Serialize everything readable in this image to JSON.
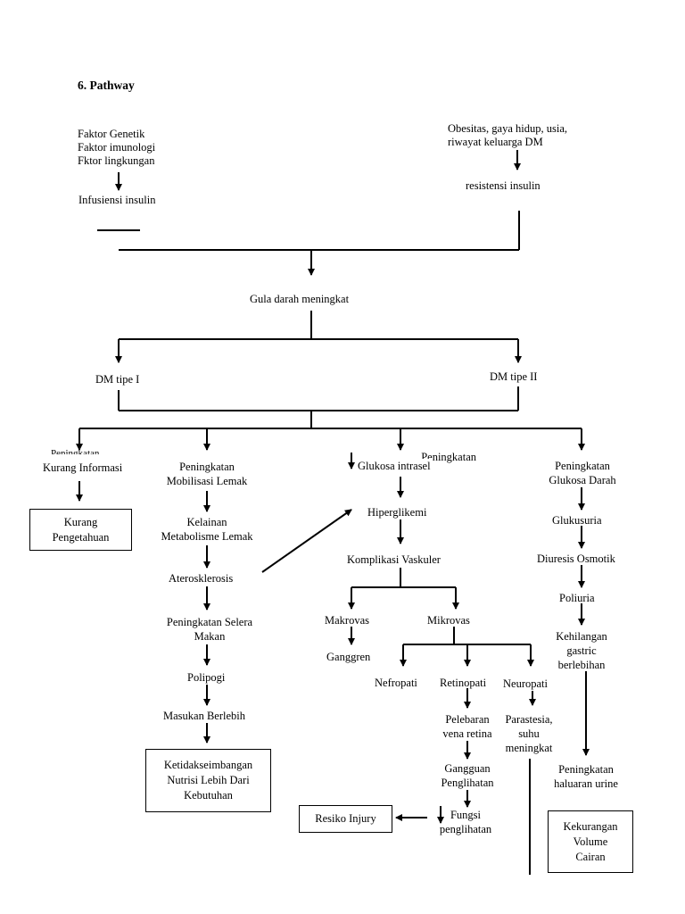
{
  "heading": "6.   Pathway",
  "nodes": {
    "faktor_genetik": "Faktor Genetik",
    "faktor_imunologi": "Faktor imunologi",
    "faktor_lingkungan": "Fktor lingkungan",
    "infusiensi_insulin": "Infusiensi insulin",
    "obesitas_line1": "Obesitas,  gaya  hidup,  usia,",
    "obesitas_line2": "riwayat keluarga DM",
    "resistensi_insulin": "resistensi insulin",
    "gula_darah": "Gula darah meningkat",
    "dm_tipe_1": "DM tipe I",
    "dm_tipe_2": "DM tipe II",
    "peningkatan_overlap": "Peningkatan",
    "kurang_informasi": "Kurang Informasi",
    "kurang_pengetahuan": "Kurang\nPengetahuan",
    "mobilisasi_lemak": "Peningkatan\nMobilisasi Lemak",
    "kelainan_metabolisme": "Kelainan\nMetabolisme Lemak",
    "aterosklerosis": "Aterosklerosis",
    "selera_makan": "Peningkatan Selera\nMakan",
    "polipogi": "Polipogi",
    "masukan_berlebih": "Masukan Berlebih",
    "ketidakseimbangan": "Ketidakseimbangan\nNutrisi Lebih Dari\nKebutuhan",
    "glukosa_intrasel_overlap": "Peningkatan",
    "glukosa_intrasel": "Glukosa intrasel",
    "hiperglikemi": "Hiperglikemi",
    "komplikasi_vaskuler": "Komplikasi Vaskuler",
    "makrovas": "Makrovas",
    "mikrovas": "Mikrovas",
    "ganggren": "Ganggren",
    "nefropati": "Nefropati",
    "retinopati": "Retinopati",
    "neuropati": "Neuropati",
    "pelebaran_vena": "Pelebaran\nvena retina",
    "parastesia": "Parastesia,\nsuhu\nmeningkat",
    "gangguan_penglihatan": "Gangguan\nPenglihatan",
    "fungsi_penglihatan": "Fungsi\npenglihatan",
    "resiko_injury": "Resiko Injury",
    "peningkatan_glukosa_darah": "Peningkatan\nGlukosa Darah",
    "glukusuria": "Glukusuria",
    "diuresis_osmotik": "Diuresis Osmotik",
    "poliuria": "Poliuria",
    "kehilangan_gastric": "Kehilangan\ngastric\nberlebihan",
    "haluaran_urine": "Peningkatan\nhaluaran urine",
    "kekurangan_volume": "Kekurangan\nVolume\nCairan"
  },
  "colors": {
    "ink": "#000000",
    "background": "#ffffff"
  }
}
